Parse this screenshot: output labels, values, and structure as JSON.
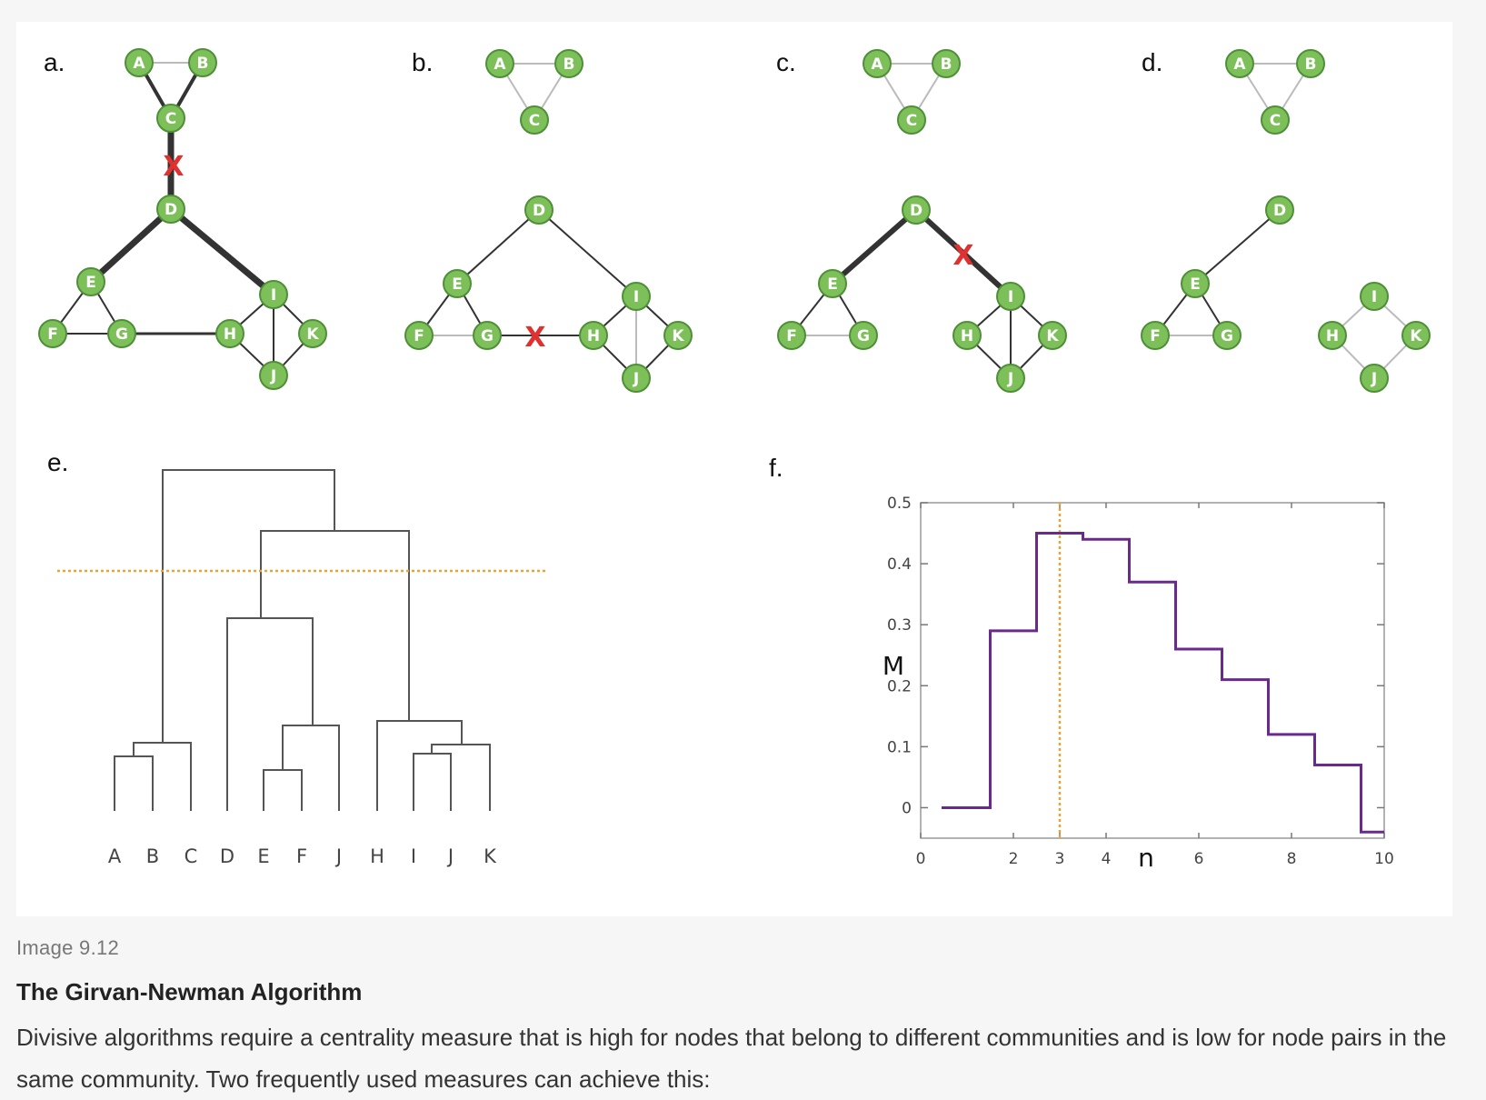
{
  "panel_labels": {
    "a": "a.",
    "b": "b.",
    "c": "c.",
    "d": "d.",
    "e": "e.",
    "f": "f."
  },
  "node_letters": [
    "A",
    "B",
    "C",
    "D",
    "E",
    "F",
    "G",
    "H",
    "I",
    "J",
    "K"
  ],
  "dendrogram_leaves": [
    "A",
    "B",
    "C",
    "D",
    "E",
    "F",
    "J",
    "H",
    "I",
    "J",
    "K"
  ],
  "cut_marker": "X",
  "colors": {
    "node_fill": "#7dc05a",
    "node_stroke": "#4e8f38",
    "cut_mark": "#e03030",
    "dotted_line": "#f0a030",
    "step_line": "#6a2a8c",
    "edge_light": "#bbbbbb",
    "edge_dark": "#333333"
  },
  "chart_data": {
    "type": "line",
    "step": true,
    "xlabel": "n",
    "ylabel": "M",
    "xlim": [
      0,
      10
    ],
    "ylim": [
      -0.05,
      0.5
    ],
    "x_ticks": [
      "0",
      "2",
      "3",
      "4",
      "6",
      "8",
      "10"
    ],
    "y_ticks": [
      "0",
      "0.1",
      "0.2",
      "0.3",
      "0.4",
      "0.5"
    ],
    "x": [
      1,
      2,
      3,
      4,
      5,
      6,
      7,
      8,
      9,
      10
    ],
    "values": [
      0,
      0.29,
      0.45,
      0.44,
      0.37,
      0.26,
      0.21,
      0.12,
      0.07,
      -0.04
    ],
    "vline_x": 3,
    "grid": false
  },
  "caption": {
    "number": "Image 9.12",
    "title": "The Girvan-Newman Algorithm",
    "body": "Divisive algorithms require a centrality measure that is high for nodes that belong to different communities and is low for node pairs in the same community. Two frequently used measures can achieve this:"
  }
}
